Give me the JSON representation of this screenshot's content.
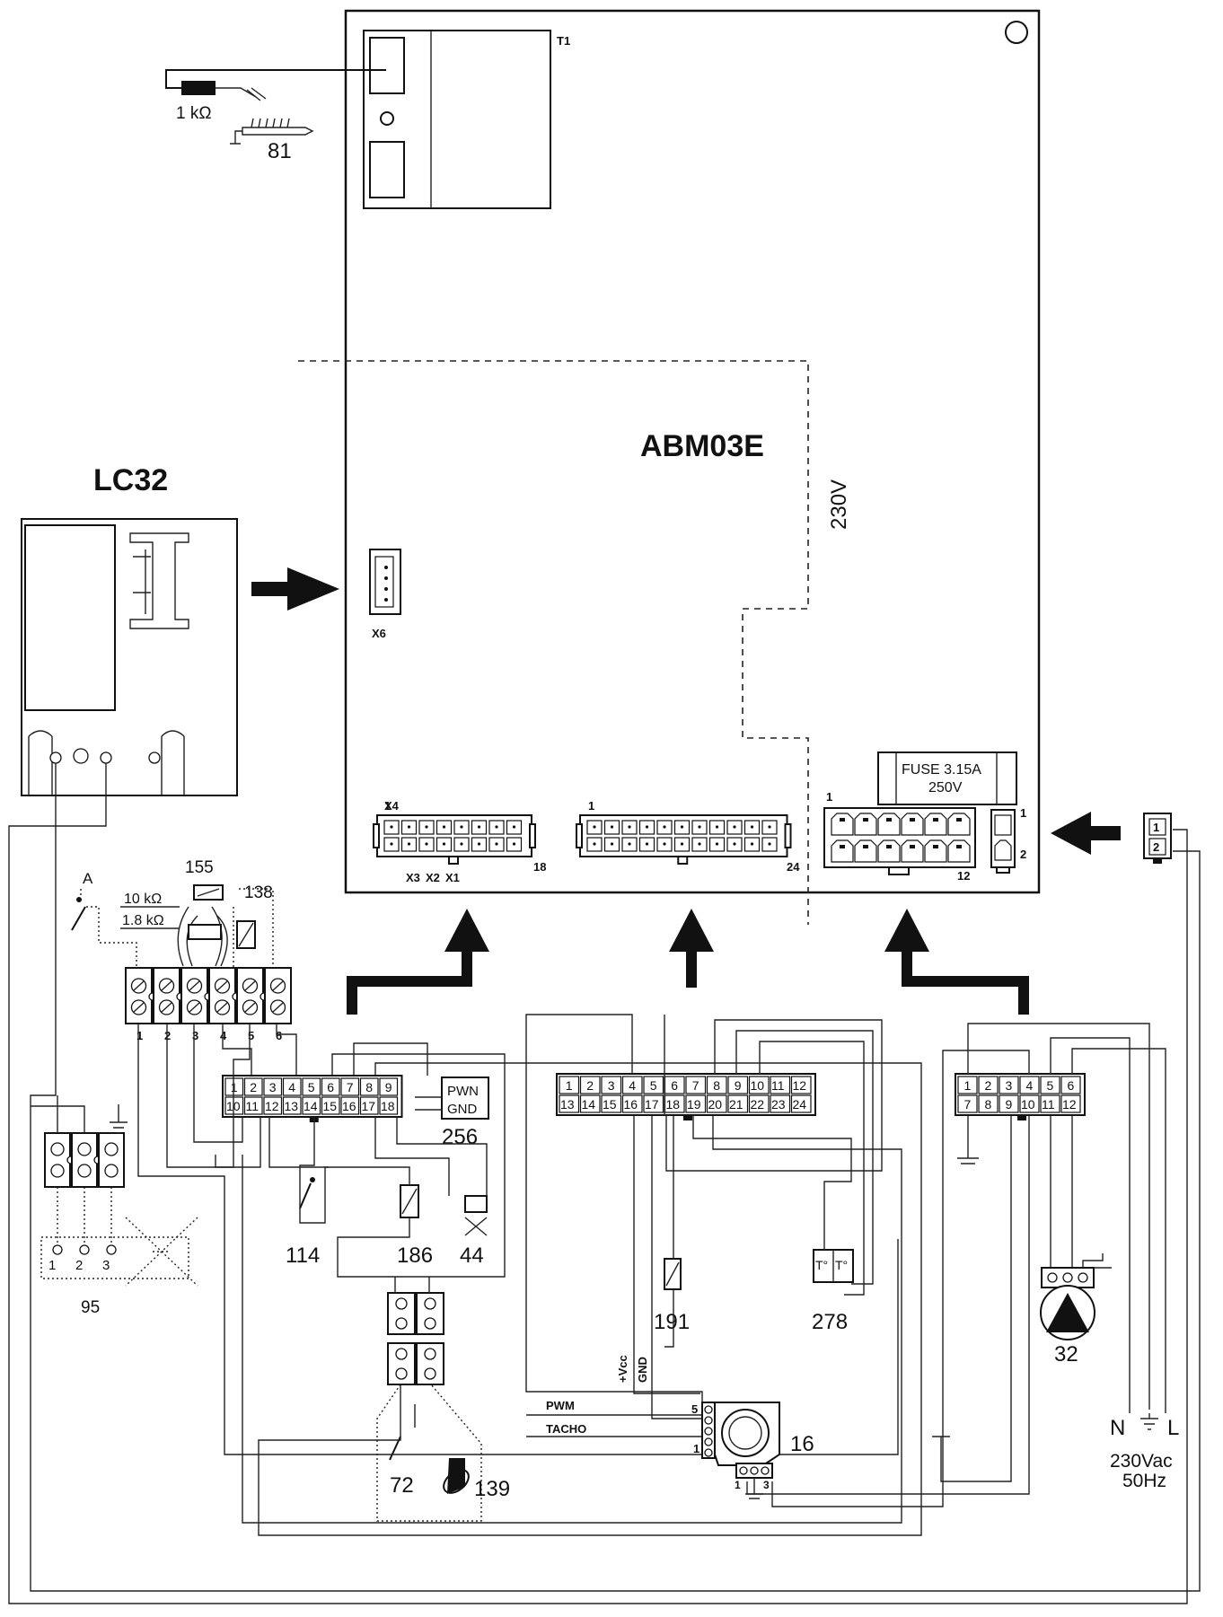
{
  "board": {
    "name": "ABM03E",
    "transformer": "T1",
    "voltage_zone": "230V",
    "fuse_line1": "FUSE 3.15A",
    "fuse_line2": "250V"
  },
  "connectors": {
    "x6": "X6",
    "x4": "X4",
    "x3": "X3",
    "x2": "X2",
    "x1": "X1",
    "left_first": "1",
    "left_last": "18",
    "mid_first": "1",
    "mid_last": "24",
    "right_first": "1",
    "right_last": "12",
    "small_1": "1",
    "small_2": "2"
  },
  "display_module": {
    "name": "LC32"
  },
  "ignition": {
    "resistor": "1 kΩ",
    "electrode": "81"
  },
  "terminal_block": {
    "pins": [
      "1",
      "2",
      "3",
      "4",
      "5",
      "6"
    ],
    "switch_a": "A",
    "component_155": "155",
    "r10k": "10 kΩ",
    "r1k8": "1.8 kΩ",
    "component_138": "138"
  },
  "connector_a": {
    "top": [
      "1",
      "2",
      "3",
      "4",
      "5",
      "6",
      "7",
      "8",
      "9"
    ],
    "bottom": [
      "10",
      "11",
      "12",
      "13",
      "14",
      "15",
      "16",
      "17",
      "18"
    ]
  },
  "connector_b": {
    "top": [
      "1",
      "2",
      "3",
      "4",
      "5",
      "6",
      "7",
      "8",
      "9",
      "10",
      "11",
      "12"
    ],
    "bottom": [
      "13",
      "14",
      "15",
      "16",
      "17",
      "18",
      "19",
      "20",
      "21",
      "22",
      "23",
      "24"
    ]
  },
  "connector_c": {
    "top": [
      "1",
      "2",
      "3",
      "4",
      "5",
      "6"
    ],
    "bottom": [
      "7",
      "8",
      "9",
      "10",
      "11",
      "12"
    ]
  },
  "components": {
    "pwn": "PWN",
    "gnd_box": "GND",
    "c256": "256",
    "c114": "114",
    "c186": "186",
    "c44": "44",
    "c95": "95",
    "c95_pins": [
      "1",
      "2",
      "3"
    ],
    "c72": "72",
    "c139": "139",
    "c191": "191",
    "c278": "278",
    "t_left": "T°",
    "t_right": "T°",
    "c16": "16",
    "fan_pin5": "5",
    "fan_pin1": "1",
    "pwm": "PWM",
    "tacho": "TACHO",
    "vcc": "+Vcc",
    "gnd": "GND",
    "gnd_pins": [
      "1",
      "3"
    ],
    "c32": "32"
  },
  "mains": {
    "n": "N",
    "l": "L",
    "supply": "230Vac",
    "freq": "50Hz",
    "plug_1": "1",
    "plug_2": "2"
  }
}
